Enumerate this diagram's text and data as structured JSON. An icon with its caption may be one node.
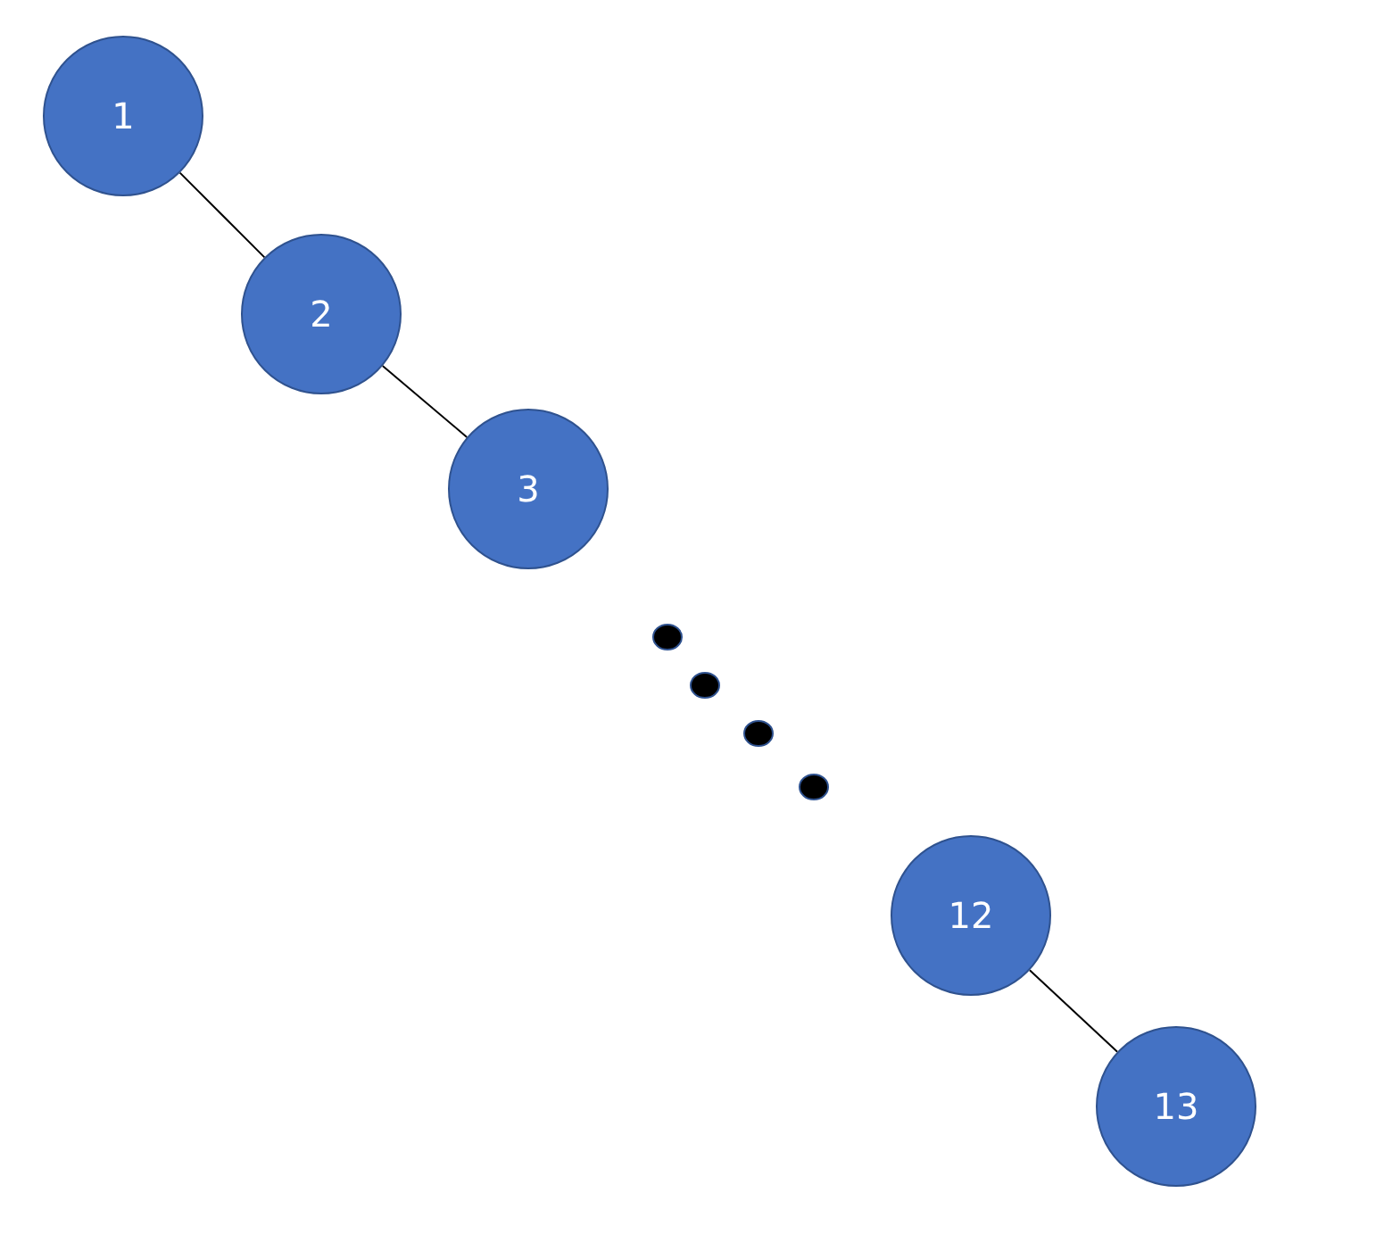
{
  "diagram": {
    "nodes": [
      {
        "text": [
          "1"
        ]
      },
      {
        "text": [
          "2"
        ]
      },
      {
        "text": [
          "3"
        ]
      },
      {
        "text": [
          "12"
        ]
      },
      {
        "text": [
          "13"
        ]
      }
    ],
    "edges": [
      {
        "from": 0,
        "to": 1,
        "arrow": "none"
      },
      {
        "from": 1,
        "to": 2,
        "arrow": "none"
      },
      {
        "from": 3,
        "to": 4,
        "arrow": "none"
      }
    ]
  }
}
